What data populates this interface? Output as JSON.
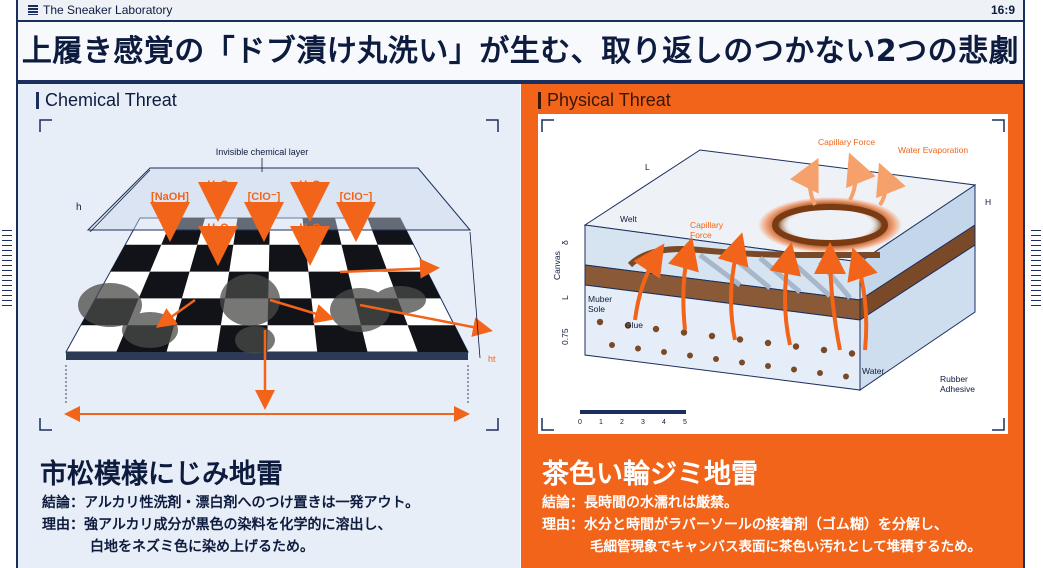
{
  "topbar": {
    "brand": "The Sneaker Laboratory",
    "ratio": "16:9"
  },
  "title": "上履き感覚の「ドブ漬け丸洗い」が生む、取り返しのつかない2つの悲劇",
  "left": {
    "section": "Chemical Threat",
    "diagram": {
      "top_label": "Invisible chemical layer",
      "chem_labels": [
        "[NaOH]",
        "H₂O",
        "[ClO⁻]",
        "H₂O",
        "[ClO⁻]"
      ],
      "lower_labels": [
        "H₂O",
        "H₂O"
      ],
      "dim_h": "h",
      "dim_ht": "ht"
    },
    "headline": "市松模様にじみ地雷",
    "conclusion_label": "結論：",
    "conclusion": "アルカリ性洗剤・漂白剤へのつけ置きは一発アウト。",
    "reason_label": "理由：",
    "reason_line1": "強アルカリ成分が黒色の染料を化学的に溶出し、",
    "reason_line2": "白地をネズミ色に染め上げるため。"
  },
  "right": {
    "section": "Physical Threat",
    "diagram": {
      "capillary_top": "Capillary Force",
      "water_evaporation": "Water Evaporation",
      "dim_l": "L",
      "dim_h": "H",
      "welt": "Welt",
      "capillary_mid_1": "Capillary",
      "capillary_mid_2": "Force",
      "canvas": "Canvas",
      "dim_s": "δ",
      "dim_l2": "L",
      "dim_075": "0.75",
      "muber_1": "Muber",
      "muber_2": "Sole",
      "glue": "Glue",
      "water": "Water",
      "rubber_1": "Rubber",
      "rubber_2": "Adhesive",
      "scale": [
        "0",
        "1",
        "2",
        "3",
        "4",
        "5"
      ]
    },
    "headline": "茶色い輪ジミ地雷",
    "conclusion_label": "結論：",
    "conclusion": "長時間の水濡れは厳禁。",
    "reason_label": "理由：",
    "reason_line1": "水分と時間がラバーソールの接着剤（ゴム糊）を分解し、",
    "reason_line2": "毛細管現象でキャンバス表面に茶色い汚れとして堆積するため。"
  },
  "colors": {
    "navy": "#1b2f5e",
    "orange": "#f26419",
    "light_panel": "#e8eef7",
    "brown_stain": "#7a3a12"
  }
}
